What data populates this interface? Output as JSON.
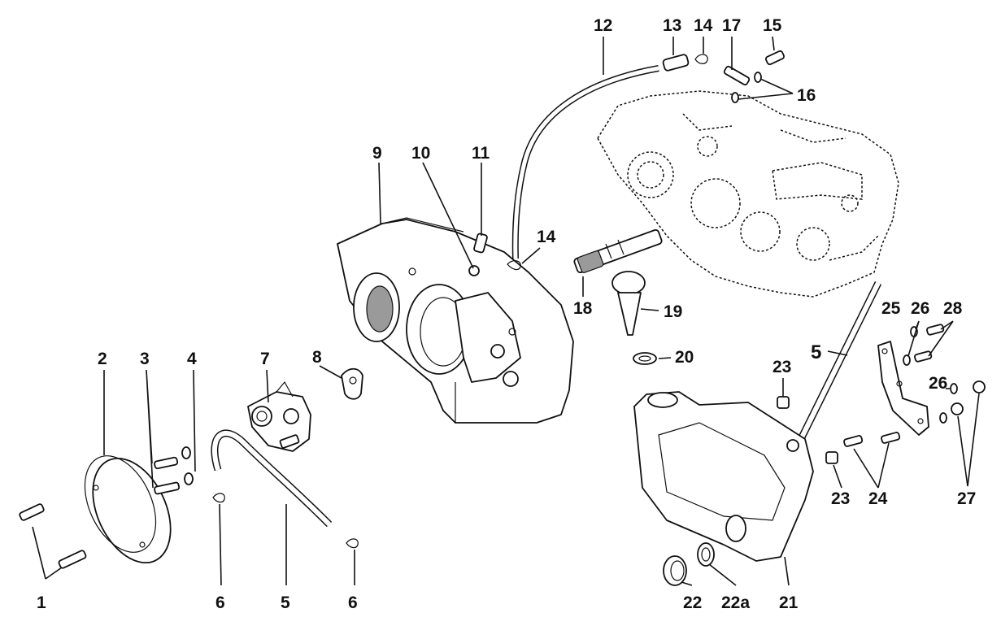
{
  "diagram": {
    "labels": {
      "l1": "1",
      "l2": "2",
      "l3": "3",
      "l4": "4",
      "l5a": "5",
      "l5b": "5",
      "l6a": "6",
      "l6b": "6",
      "l7": "7",
      "l8": "8",
      "l9": "9",
      "l10": "10",
      "l11": "11",
      "l12": "12",
      "l13": "13",
      "l14a": "14",
      "l14b": "14",
      "l15": "15",
      "l16": "16",
      "l17": "17",
      "l18": "18",
      "l19": "19",
      "l20": "20",
      "l21": "21",
      "l22": "22",
      "l22a": "22a",
      "l23a": "23",
      "l23b": "23",
      "l24": "24",
      "l25": "25",
      "l26a": "26",
      "l26b": "26",
      "l27": "27",
      "l28": "28"
    }
  }
}
